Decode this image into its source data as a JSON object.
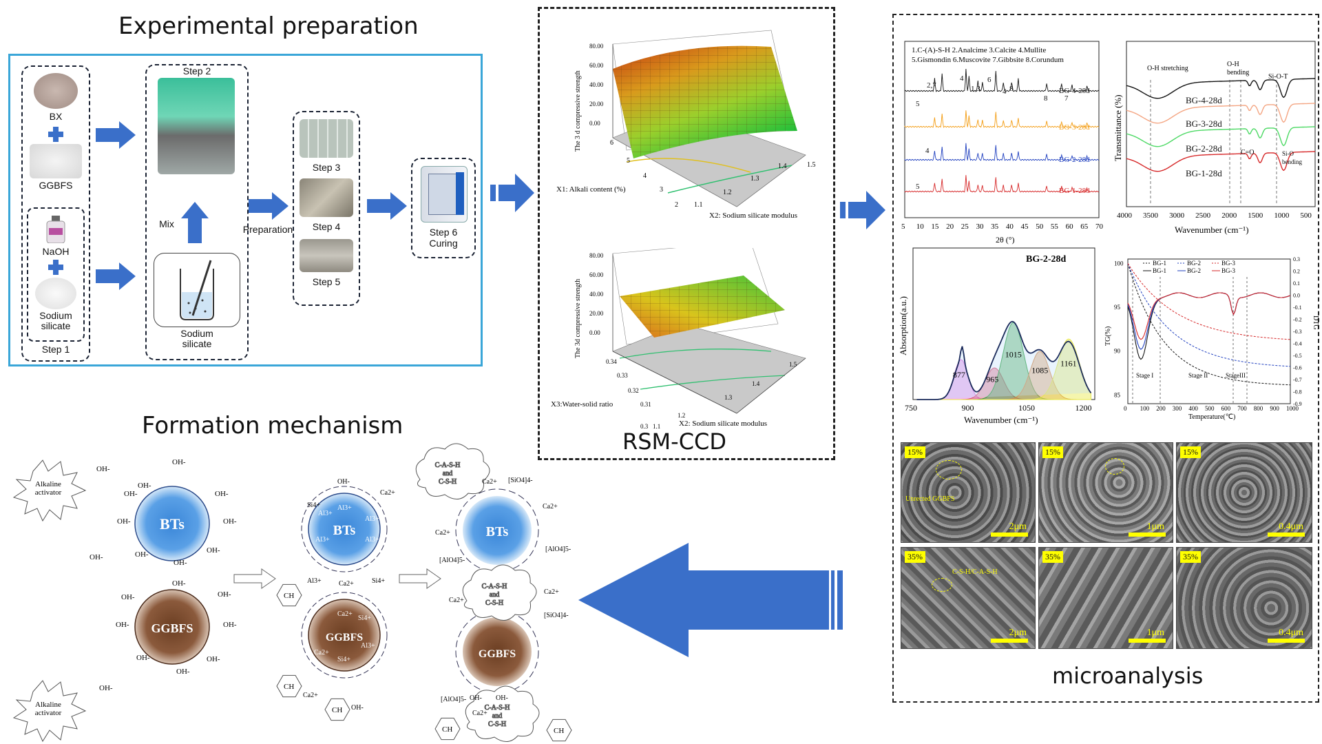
{
  "sections": {
    "prep_title": "Experimental preparation",
    "mech_title": "Formation mechanism",
    "rsm_title": "RSM-CCD",
    "micro_title": "microanalysis"
  },
  "prep": {
    "bx": "BX",
    "ggbfs": "GGBFS",
    "naoh": "NaOH",
    "sodium_silicate": "Sodium\nsilicate",
    "step1": "Step 1",
    "step2": "Step 2",
    "mix": "Mix",
    "sodium_silicate_beaker": "Sodium\nsilicate",
    "preparation": "Preparation",
    "step3": "Step 3",
    "step4": "Step 4",
    "step5": "Step 5",
    "step6": "Step 6\nCuring"
  },
  "rsm": {
    "plot1": {
      "zlabel": "The 3 d compressive strength",
      "xlabel": "X1: Alkali content (%)",
      "ylabel": "X2: Sodium silicate modulus",
      "zticks": [
        "80.00",
        "60.00",
        "40.00",
        "20.00",
        "0.00"
      ],
      "xticks": [
        "6",
        "5",
        "4",
        "3",
        "2"
      ],
      "yticks": [
        "1.1",
        "1.2",
        "1.3",
        "1.4",
        "1.5"
      ]
    },
    "plot2": {
      "zlabel": "The 3d compressive strength",
      "xlabel": "X3:Water-solid ratio",
      "ylabel": "X2: Sodium silicate modulus",
      "zticks": [
        "80.00",
        "60.00",
        "40.00",
        "20.00",
        "0.00"
      ],
      "xticks": [
        "0.34",
        "0.33",
        "0.32",
        "0.31",
        "0.3"
      ],
      "yticks": [
        "1.1",
        "1.2",
        "1.3",
        "1.4",
        "1.5"
      ]
    }
  },
  "xrd": {
    "legend1": "1.C-(A)-S-H  2.Analcime 3.Calcite  4.Mullite",
    "legend2": "5.Gismondin 6.Muscovite 7.Gibbsite 8.Corundum",
    "xlabel": "2θ (°)",
    "xticks": [
      "5",
      "10",
      "15",
      "20",
      "25",
      "30",
      "35",
      "40",
      "45",
      "50",
      "55",
      "60",
      "65",
      "70"
    ],
    "series": [
      {
        "name": "BG-4-28d",
        "color": "#111111"
      },
      {
        "name": "BG-3-28d",
        "color": "#f39c12"
      },
      {
        "name": "BG-2-28d",
        "color": "#1f3fbf"
      },
      {
        "name": "BG-1-28d",
        "color": "#d62728"
      }
    ],
    "peak_labels": [
      "2,7",
      "4",
      "1,3",
      "6",
      "4",
      "8",
      "8",
      "7",
      "5",
      "4",
      "5"
    ]
  },
  "ftir": {
    "ylabel": "Transmittance (%)",
    "xlabel": "Wavenumber (cm⁻¹)",
    "xticks": [
      "4000",
      "3500",
      "3000",
      "2500",
      "2000",
      "1500",
      "1000",
      "500"
    ],
    "series": [
      {
        "name": "BG-4-28d",
        "color": "#111111"
      },
      {
        "name": "BG-3-28d",
        "color": "#f4a582"
      },
      {
        "name": "BG-2-28d",
        "color": "#4cd964"
      },
      {
        "name": "BG-1-28d",
        "color": "#d62728"
      }
    ],
    "ann": {
      "oh_stretch": "O-H\nstretching",
      "oh_bend": "O-H\nbending",
      "sio": "Si-O-T",
      "co": "C=O",
      "sio_bend": "Si-O\nbending"
    }
  },
  "deconv": {
    "title": "BG-2-28d",
    "ylabel": "Absorption(a.u.)",
    "xlabel": "Wavenumber (cm⁻¹)",
    "xticks": [
      "750",
      "900",
      "1050",
      "1200"
    ],
    "peaks": [
      {
        "center": 877,
        "label": "877",
        "color": "#e066e0"
      },
      {
        "center": 965,
        "label": "965",
        "color": "#d94a6a"
      },
      {
        "center": 1015,
        "label": "1015",
        "color": "#2e9e3e"
      },
      {
        "center": 1085,
        "label": "1085",
        "color": "#d98b4a"
      },
      {
        "center": 1161,
        "label": "1161",
        "color": "#e8e84a"
      }
    ]
  },
  "tg": {
    "ylabel": "TG(%)",
    "y2label": "DTG",
    "xlabel": "Temperature(℃)",
    "xticks": [
      "0",
      "100",
      "200",
      "300",
      "400",
      "500",
      "600",
      "700",
      "800",
      "900",
      "1000"
    ],
    "yticks": [
      "100",
      "95",
      "90",
      "85"
    ],
    "y2ticks": [
      "0.3",
      "0.2",
      "0.1",
      "0.0",
      "-0.1",
      "-0.2",
      "-0.3",
      "-0.4",
      "-0.5",
      "-0.6",
      "-0.7",
      "-0.8",
      "-0.9"
    ],
    "legend": [
      "BG-1",
      "BG-2",
      "BG-3",
      "BG-1",
      "BG-2",
      "BG-3"
    ],
    "stages": [
      "Stage I",
      "Stage II",
      "StageIII"
    ]
  },
  "sem": [
    {
      "tag": "15%",
      "scale": "2μm",
      "note": "Unrected GGBFS"
    },
    {
      "tag": "15%",
      "scale": "1μm",
      "note": ""
    },
    {
      "tag": "15%",
      "scale": "0.4μm",
      "note": ""
    },
    {
      "tag": "35%",
      "scale": "2μm",
      "note": "C-S-H/C-A-S-H"
    },
    {
      "tag": "35%",
      "scale": "1μm",
      "note": ""
    },
    {
      "tag": "35%",
      "scale": "0.4μm",
      "note": ""
    }
  ],
  "mechanism": {
    "alkaline1": "Alkaline\nactivator",
    "alkaline2": "Alkaline\nactivator",
    "bts": "BTs",
    "ggbfs": "GGBFS",
    "oh": "OH-",
    "si": "Si4+",
    "ca": "Ca2+",
    "al": "Al3+",
    "ch": "CH",
    "casi": "C-A-S-H\nand\nC-S-H",
    "sio4": "[SiO4]4-",
    "alo4": "[AlO4]5-"
  },
  "colors": {
    "blue_arrow": "#3a6fc9",
    "panel_blue": "#3aa6d8",
    "bts": "#3a86d8",
    "ggbfs": "#8b5a3c"
  }
}
